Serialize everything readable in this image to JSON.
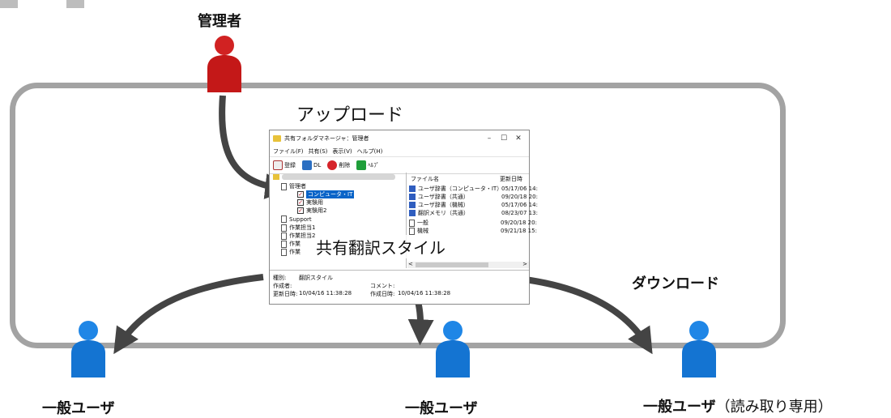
{
  "labels": {
    "admin": "管理者",
    "upload": "アップロード",
    "download": "ダウンロード",
    "style_overlay": "共有翻訳スタイル",
    "user1": "一般ユーザ",
    "user2": "一般ユーザ",
    "user3": "一般ユーザ",
    "user3_note": "（読み取り専用）"
  },
  "colors": {
    "admin_figure": "#cc1a1a",
    "user_figure": "#1878d6",
    "frame": "#a3a3a3",
    "arrow": "#444444"
  },
  "window": {
    "title": "共有フォルダマネージャ：管理者",
    "controls": [
      "–",
      "☐",
      "✕"
    ],
    "menu": [
      "ファイル(F)",
      "共有(S)",
      "表示(V)",
      "ヘルプ(H)"
    ],
    "toolbar": {
      "save": "登録",
      "download": "DL",
      "delete": "削除",
      "help": "ﾍﾙﾌﾟ"
    },
    "tree": {
      "admin_node": "管理者",
      "items": [
        "コンピュータ・IT",
        "実験用",
        "実験用2"
      ],
      "others": [
        "Support",
        "作業担当1",
        "作業担当2",
        "作業",
        "作業"
      ]
    },
    "list": {
      "col_name": "ファイル名",
      "col_date": "更新日時",
      "rows": [
        {
          "name": "ユーザ辞書（コンピュータ・IT）",
          "date": "05/17/06 14:"
        },
        {
          "name": "ユーザ辞書（共通）",
          "date": "09/20/18 20:"
        },
        {
          "name": "ユーザ辞書（機械）",
          "date": "05/17/06 14:"
        },
        {
          "name": "翻訳メモリ（共通）",
          "date": "08/23/07 13:"
        },
        {
          "name": "一般",
          "date": "09/20/18 20:"
        },
        {
          "name": "機械",
          "date": "09/21/18 15:"
        }
      ],
      "scroll_left": "<",
      "scroll_right": ">"
    },
    "info": {
      "kind_label": "種別:",
      "kind_value": "翻訳スタイル",
      "author_label": "作成者:",
      "comment_label": "コメント:",
      "updated_label": "更新日時:",
      "updated_value": "10/04/16 11:38:28",
      "created_label": "作成日時:",
      "created_value": "10/04/16 11:38:28"
    }
  }
}
